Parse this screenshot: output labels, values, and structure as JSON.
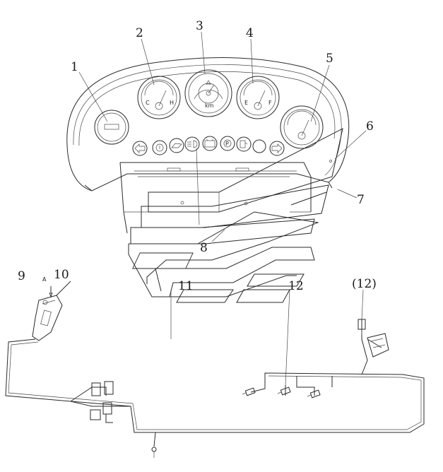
{
  "callouts": [
    {
      "id": "1",
      "text": "1"
    },
    {
      "id": "2",
      "text": "2"
    },
    {
      "id": "3",
      "text": "3"
    },
    {
      "id": "4",
      "text": "4"
    },
    {
      "id": "5",
      "text": "5"
    },
    {
      "id": "6",
      "text": "6"
    },
    {
      "id": "7",
      "text": "7"
    },
    {
      "id": "8",
      "text": "8"
    },
    {
      "id": "9",
      "text": "9"
    },
    {
      "id": "10",
      "text": "10"
    },
    {
      "id": "11",
      "text": "11"
    },
    {
      "id": "12",
      "text": "12"
    },
    {
      "id": "12p",
      "text": "(12)"
    }
  ],
  "view_marker": "A",
  "indicator_icons": [
    "left-turn-icon",
    "brake-warning-icon",
    "oil-pressure-icon",
    "high-beam-icon",
    "battery-icon",
    "parking-brake-icon",
    "fuel-warning-icon",
    "right-turn-icon"
  ],
  "colors": {
    "line": "#2a2a2a",
    "background": "#ffffff"
  }
}
